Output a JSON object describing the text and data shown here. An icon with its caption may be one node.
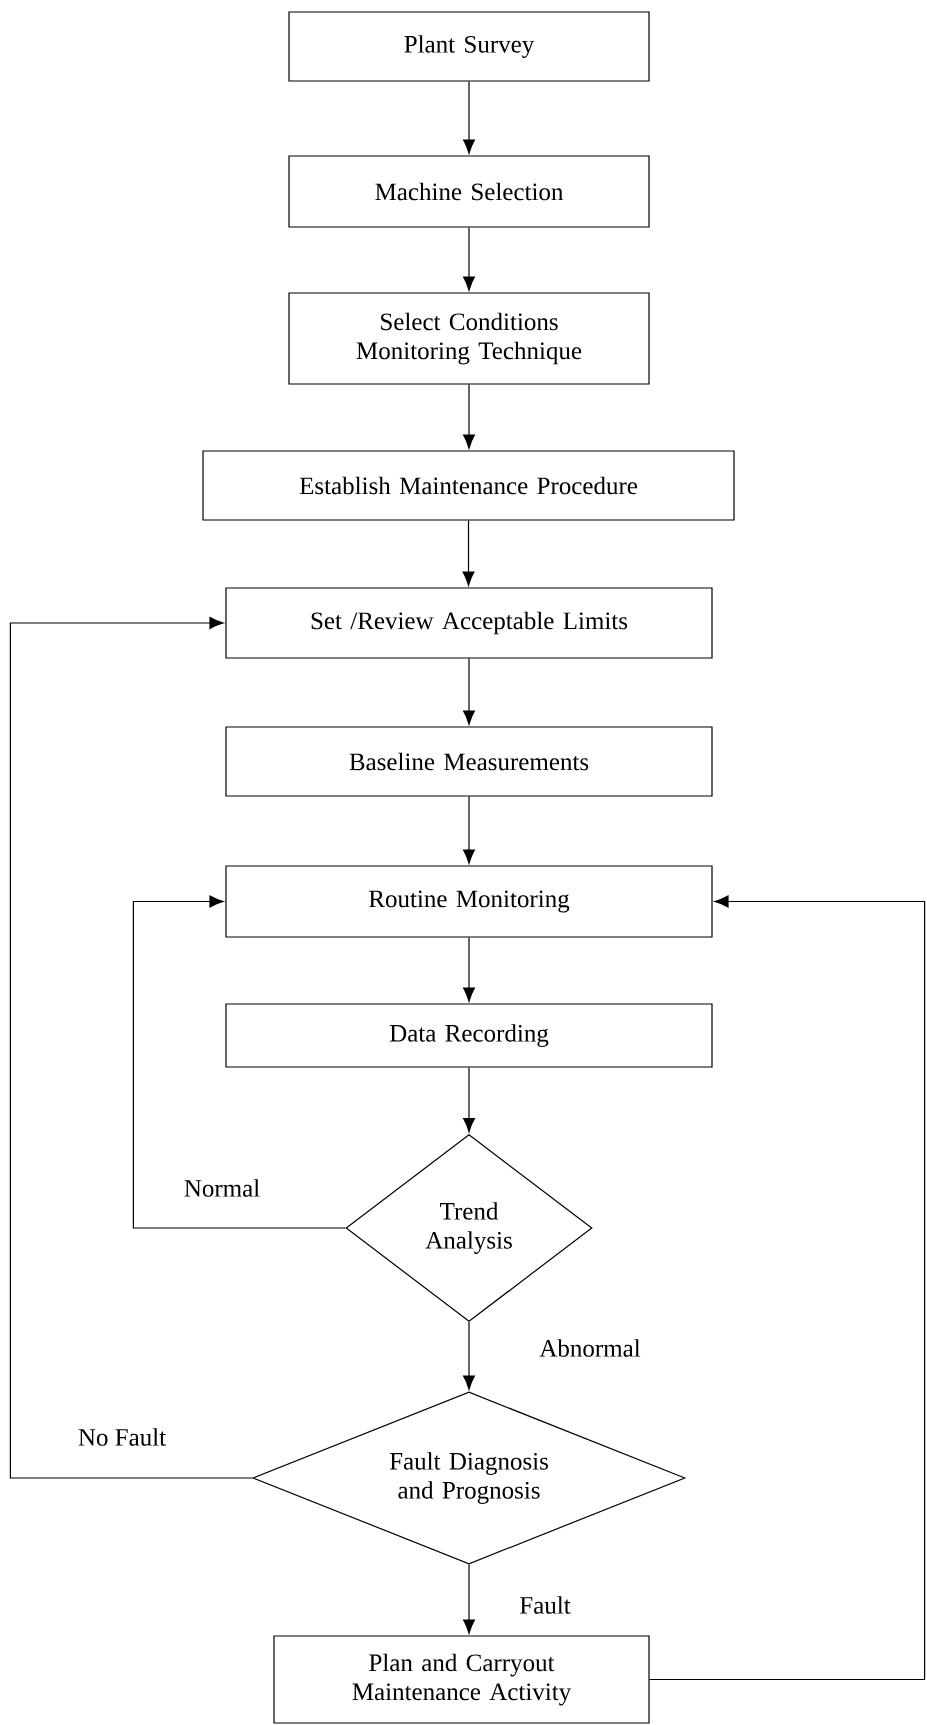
{
  "diagram": {
    "nodes": [
      {
        "text": [
          "Plant Survey"
        ]
      },
      {
        "text": [
          "Machine Selection"
        ]
      },
      {
        "text": [
          "Select Conditions Monitoring Technique"
        ]
      },
      {
        "text": [
          "Establish Maintenance Procedure"
        ]
      },
      {
        "text": [
          "Set /Review Acceptable Limits"
        ]
      },
      {
        "text": [
          "Baseline Measurements"
        ]
      },
      {
        "text": [
          "Routine Monitoring"
        ]
      },
      {
        "text": [
          "Data Recording"
        ]
      },
      {
        "text": [
          "Trend Analysis"
        ]
      },
      {
        "text": [
          "Fault Diagnosis and Prognosis"
        ]
      },
      {
        "text": [
          "Plan and Carryout Maintenance Activity"
        ]
      }
    ],
    "edges": [
      {
        "from": 0,
        "to": 1,
        "arrow": "to"
      },
      {
        "from": 1,
        "to": 2,
        "arrow": "to"
      },
      {
        "from": 2,
        "to": 3,
        "arrow": "to"
      },
      {
        "from": 3,
        "to": 4,
        "arrow": "to"
      },
      {
        "from": 4,
        "to": 5,
        "arrow": "to"
      },
      {
        "from": 5,
        "to": 6,
        "arrow": "to"
      },
      {
        "from": 6,
        "to": 7,
        "arrow": "to"
      },
      {
        "from": 7,
        "to": 8,
        "arrow": "to"
      },
      {
        "from": 8,
        "to": 6,
        "arrow": "to",
        "label": "Normal"
      },
      {
        "from": 8,
        "to": 9,
        "arrow": "to",
        "label": "Abnormal"
      },
      {
        "from": 9,
        "to": 4,
        "arrow": "to",
        "label": "No Fault"
      },
      {
        "from": 9,
        "to": 10,
        "arrow": "to",
        "label": "Fault"
      },
      {
        "from": 10,
        "to": 6,
        "arrow": "to"
      }
    ]
  }
}
